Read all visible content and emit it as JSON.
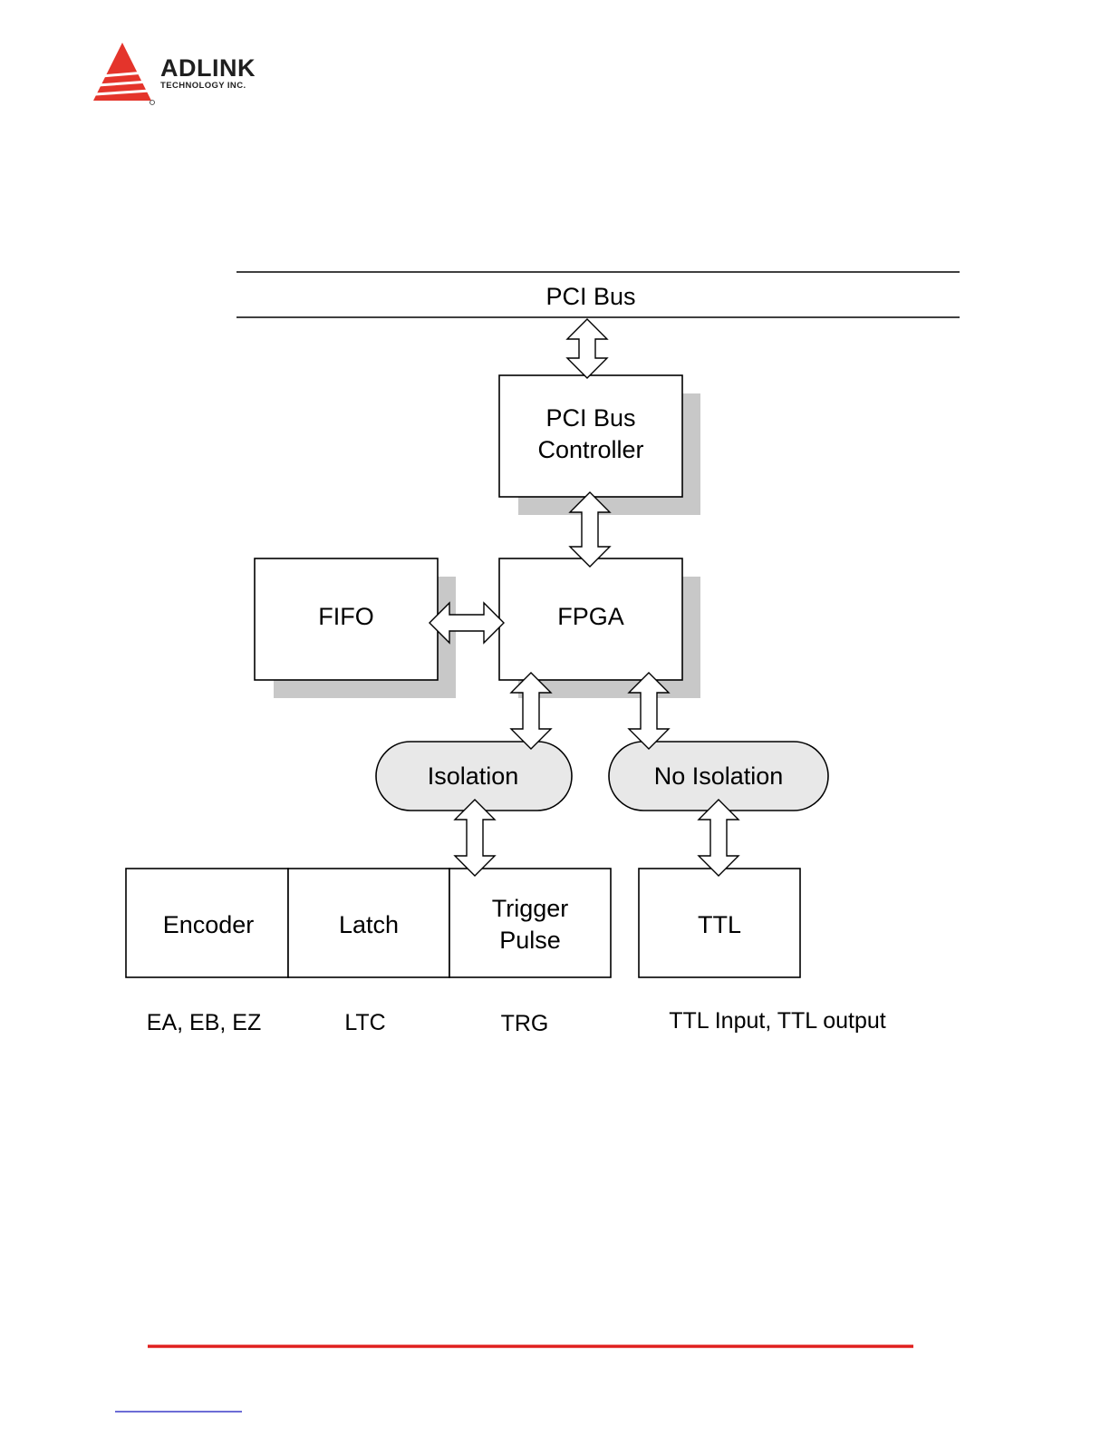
{
  "header": {
    "brand_name": "ADLINK",
    "brand_tagline": "TECHNOLOGY INC."
  },
  "diagram": {
    "bus_label": "PCI Bus",
    "controller_line1": "PCI Bus",
    "controller_line2": "Controller",
    "fifo_label": "FIFO",
    "fpga_label": "FPGA",
    "isolation_label": "Isolation",
    "no_isolation_label": "No Isolation",
    "encoder_label": "Encoder",
    "latch_label": "Latch",
    "trigger_line1": "Trigger",
    "trigger_line2": "Pulse",
    "ttl_label": "TTL",
    "encoder_signals": "EA, EB, EZ",
    "latch_signals": "LTC",
    "trigger_signals": "TRG",
    "ttl_signals": "TTL Input, TTL output"
  },
  "colors": {
    "accent_red": "#e0201f",
    "logo_red": "#e4342b",
    "shadow_gray": "#c8c8c8",
    "pill_fill": "#e8e8e8"
  }
}
